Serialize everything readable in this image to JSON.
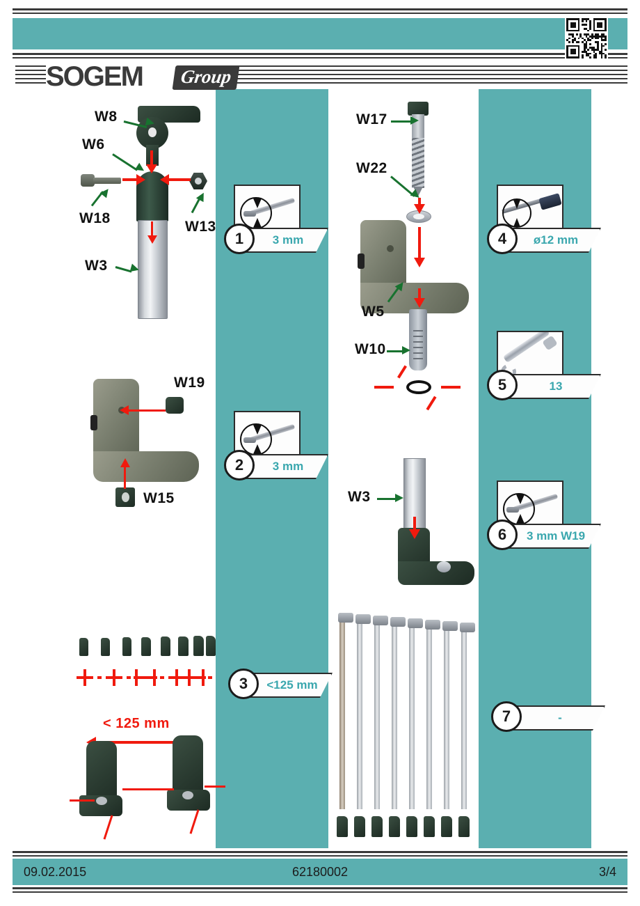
{
  "document": {
    "brand": "SOGEM",
    "brand_suffix": "Group",
    "qr_code_label": "qr-code"
  },
  "footer": {
    "date": "09.02.2015",
    "doc_number": "62180002",
    "page": "3/4"
  },
  "steps": [
    {
      "number": "1",
      "spec": "3 mm",
      "tool": "allen-key",
      "column": "middle"
    },
    {
      "number": "2",
      "spec": "3 mm",
      "tool": "allen-key",
      "column": "middle"
    },
    {
      "number": "3",
      "spec": "<125 mm",
      "tool": "none",
      "column": "middle"
    },
    {
      "number": "4",
      "spec": "ø12 mm",
      "tool": "drill-bit",
      "column": "right"
    },
    {
      "number": "5",
      "spec": "13",
      "tool": "wrench",
      "column": "right"
    },
    {
      "number": "6",
      "spec": "3 mm W19",
      "tool": "allen-key",
      "column": "right"
    },
    {
      "number": "7",
      "spec": "-",
      "tool": "none",
      "column": "right"
    }
  ],
  "figures": {
    "pole_assembly": {
      "labels": [
        "W8",
        "W6",
        "W18",
        "W13",
        "W3"
      ]
    },
    "bracket_inserts": {
      "labels": [
        "W19",
        "W15"
      ]
    },
    "spacing": {
      "dimension": "< 125 mm",
      "bracket_count": 8
    },
    "anchor_assembly": {
      "labels": [
        "W17",
        "W22",
        "W5",
        "W10"
      ]
    },
    "pole_into_bracket": {
      "labels": [
        "W3"
      ]
    },
    "finished_rails": {
      "count": 8
    }
  },
  "colors": {
    "teal": "#5bafb0",
    "spec_text": "#3aa7ae",
    "red_arrow": "#f01a0e",
    "green_arrow": "#18722f",
    "outline": "#2b2b2b"
  }
}
